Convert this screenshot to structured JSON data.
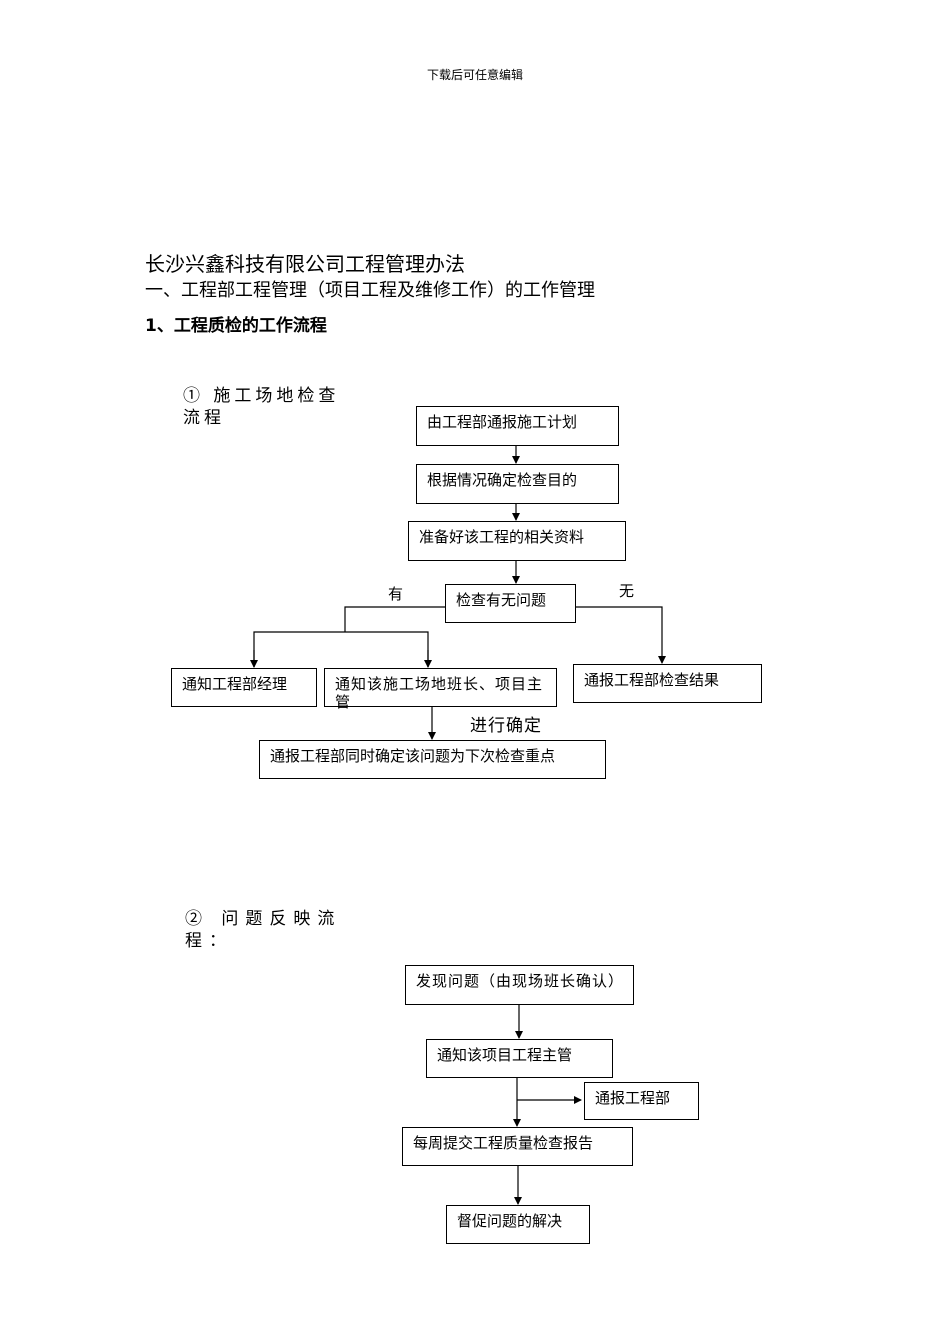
{
  "header": "下载后可任意编辑",
  "title": "长沙兴鑫科技有限公司工程管理办法",
  "section": "一、工程部工程管理（项目工程及维修工作）的工作管理",
  "subsection": "1、工程质检的工作流程",
  "flow1": {
    "heading": "① 施工场地检查流程",
    "steps": [
      "由工程部通报施工计划",
      "根据情况确定检查目的",
      "准备好该工程的相关资料",
      "检查有无问题"
    ],
    "branch_yes": "有",
    "branch_no": "无",
    "yes_boxes": [
      "通知工程部经理",
      "通知该施工场地班长、项目主管"
    ],
    "no_box": "通报工程部检查结果",
    "confirm_label": "进行确定",
    "final": "通报工程部同时确定该问题为下次检查重点"
  },
  "flow2": {
    "heading": "② 问题反映流程：",
    "steps": [
      "发现问题（由现场班长确认）",
      "通知该项目工程主管",
      "每周提交工程质量检查报告",
      "督促问题的解决"
    ],
    "side_box": "通报工程部"
  }
}
